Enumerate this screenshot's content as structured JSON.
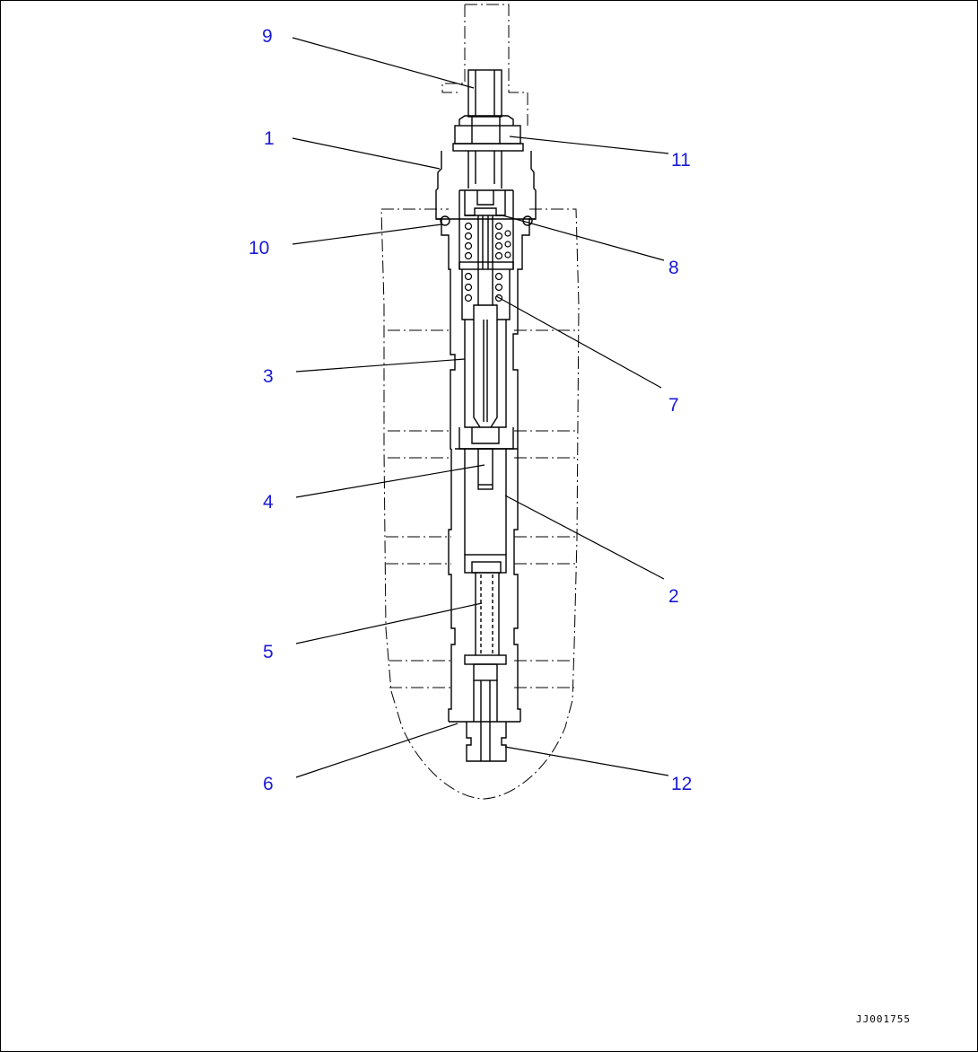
{
  "colors": {
    "label": "#1a1ad6",
    "line": "#000000"
  },
  "labels": [
    {
      "id": "9",
      "text": "9"
    },
    {
      "id": "1",
      "text": "1"
    },
    {
      "id": "11",
      "text": "11"
    },
    {
      "id": "10",
      "text": "10"
    },
    {
      "id": "8",
      "text": "8"
    },
    {
      "id": "3",
      "text": "3"
    },
    {
      "id": "7",
      "text": "7"
    },
    {
      "id": "4",
      "text": "4"
    },
    {
      "id": "2",
      "text": "2"
    },
    {
      "id": "5",
      "text": "5"
    },
    {
      "id": "6",
      "text": "6"
    },
    {
      "id": "12",
      "text": "12"
    }
  ],
  "drawing_code": "JJ001755"
}
